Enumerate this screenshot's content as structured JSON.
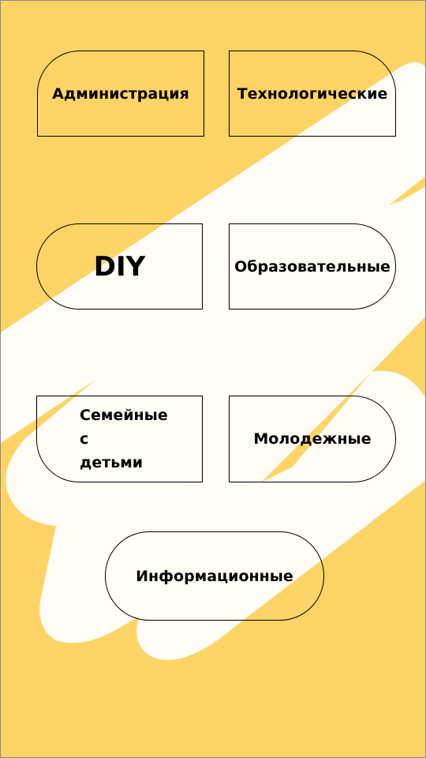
{
  "colors": {
    "background": "#ffd466",
    "accent_shape": "#fffdf6",
    "card_border": "#000000",
    "text": "#000000"
  },
  "categories": {
    "administration": "Администрация",
    "technological": "Технологические",
    "diy": "DIY",
    "educational": "Образовательные",
    "family": "Семейные\nс\nдетьми",
    "youth": "Молодежные",
    "informational": "Информационные"
  }
}
